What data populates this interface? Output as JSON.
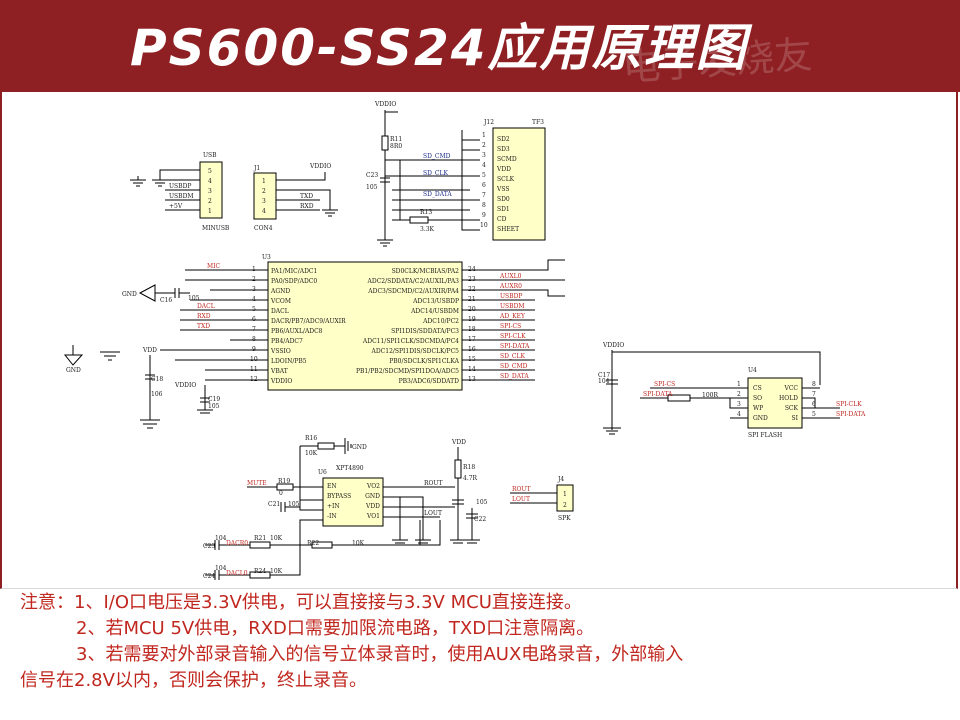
{
  "title": "PS600-SS24应用原理图",
  "watermark": "电子发烧友",
  "usb": {
    "ref": "USB",
    "name": "MINUSB",
    "pins": [
      "5",
      "4",
      "3",
      "2",
      "1"
    ],
    "nets": [
      "USBDP",
      "USBDM",
      "+5V"
    ]
  },
  "j1": {
    "ref": "J1",
    "name": "CON4",
    "pins": [
      "1",
      "2",
      "3",
      "4"
    ],
    "nets": [
      "TXD",
      "RXD"
    ],
    "power": "VDDIO"
  },
  "tf": {
    "ref": "J12",
    "name": "TF3",
    "power": "VDDIO",
    "r11": "R11",
    "r11v": "8R0",
    "c23": "C23",
    "c23v": "105",
    "r13": "R13",
    "r13v": "3.3K",
    "pins": [
      "1",
      "2",
      "3",
      "4",
      "5",
      "6",
      "7",
      "8",
      "9",
      "10"
    ],
    "labels": [
      "SD2",
      "SD3",
      "SCMD",
      "VDD",
      "SCLK",
      "VSS",
      "SD0",
      "SD1",
      "CD",
      "SHEET"
    ],
    "nets": [
      "SD_CMD",
      "SD_CLK",
      "SD_DATA"
    ]
  },
  "u3": {
    "ref": "U3",
    "left_pins": [
      "1",
      "2",
      "3",
      "4",
      "5",
      "6",
      "7",
      "8",
      "9",
      "10",
      "11",
      "12"
    ],
    "left_labels": [
      "PA1/MIC/ADC1",
      "PA0/SDP/ADC0",
      "AGND",
      "VCOM",
      "DACL",
      "DACR/PB7/ADC9/AUXIR",
      "PB6/AUXL/ADC8",
      "PB4/ADC7",
      "VSSIO",
      "LDOIN/PB5",
      "VBAT",
      "VDDIO"
    ],
    "right_pins": [
      "24",
      "23",
      "22",
      "21",
      "20",
      "19",
      "18",
      "17",
      "16",
      "15",
      "14",
      "13"
    ],
    "right_labels": [
      "SD0CLK/MCBIAS/PA2",
      "ADC2/SDDATA/C2/AUXIL/PA3",
      "ADC3/SDCMD/C2/AUXIR/PA4",
      "ADC13/USBDP",
      "ADC14/USBDM",
      "ADC10/PC2",
      "SPI1DIS/SDDATA/PC3",
      "ADC11/SPI1CLK/SDCMDA/PC4",
      "ADC12/SPI1DIS/SDCLK/PC5",
      "PB0/SDCLK/SPI1CLKA",
      "PB1/PB2/SDCMD/SPI1DOA/ADC5",
      "PB3/ADC6/SDDATD"
    ],
    "left_nets": [
      "MIC",
      "",
      "",
      "",
      "DACL",
      "RXD",
      "TXD"
    ],
    "right_nets": [
      "AUXL0",
      "AUXR0",
      "USBDP",
      "USBDM",
      "AD_KEY",
      "SPI-CS",
      "SPI-CLK",
      "SPI-DATA",
      "SD_CLK",
      "SD_CMD",
      "SD_DATA"
    ],
    "c16": "C16",
    "c16v": "105",
    "c18": "C18",
    "c18v": "106",
    "c19": "C19",
    "c19v": "105",
    "gnd": "GND",
    "vdd": "VDD",
    "vddio": "VDDIO"
  },
  "flash": {
    "ref": "U4",
    "name": "SPI FLASH",
    "power": "VDDIO",
    "c17": "C17",
    "c17v": "104",
    "r": "100R",
    "left_pins": [
      "1",
      "2",
      "3",
      "4"
    ],
    "left_labels": [
      "CS",
      "SO",
      "WP",
      "GND"
    ],
    "right_pins": [
      "8",
      "7",
      "6",
      "5"
    ],
    "right_labels": [
      "VCC",
      "HOLD",
      "SCK",
      "SI"
    ],
    "nets": [
      "SPI-CS",
      "SPI-DATA",
      "SPI-CLK",
      "SPI-DATA"
    ]
  },
  "amp": {
    "ref": "U6",
    "name": "XPT4890",
    "left_labels": [
      "EN",
      "BYPASS",
      "+IN",
      "-IN"
    ],
    "right_labels": [
      "VO2",
      "GND",
      "VDD",
      "VO1"
    ],
    "r16": "R16",
    "r16v": "10K",
    "r19": "R19",
    "r19v": "0",
    "c21": "C21",
    "c21v": "105",
    "r18": "R18",
    "r18v": "4.7R",
    "c22": "C22",
    "c22v": "105",
    "mute": "MUTE",
    "rout": "ROUT",
    "lout": "LOUT",
    "gnd": "GND",
    "vdd": "VDD",
    "r21": "R21",
    "r21v": "10K",
    "r22": "R22",
    "r22v": "10K",
    "r24": "R24",
    "r24v": "10K",
    "c23": "C23",
    "c23v": "104",
    "c24": "C24",
    "c24v": "104",
    "dacr0": "DACR0",
    "dacl0": "DACL0"
  },
  "spk": {
    "ref": "J4",
    "name": "SPK",
    "pins": [
      "1",
      "2"
    ],
    "nets": [
      "ROUT",
      "LOUT"
    ]
  },
  "gnd_label": "GND",
  "notes": [
    "注意：1、I/O口电压是3.3V供电，可以直接接与3.3V MCU直接连接。",
    "2、若MCU 5V供电，RXD口需要加限流电路，TXD口注意隔离。",
    "3、若需要对外部录音输入的信号立体录音时，使用AUX电路录音，外部输入",
    "信号在2.8V以内，否则会保护，终止录音。"
  ]
}
